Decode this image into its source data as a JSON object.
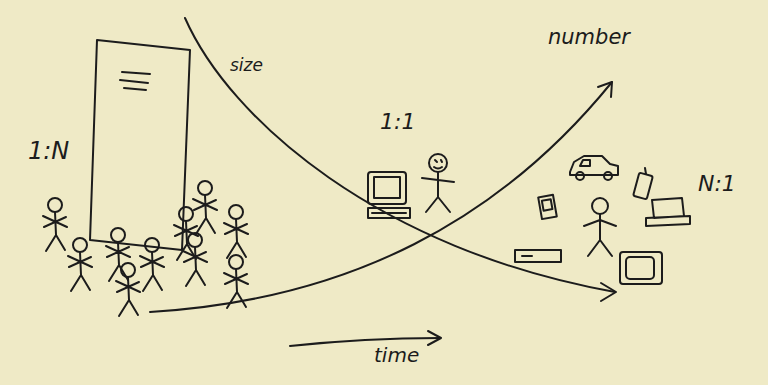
{
  "diagram": {
    "labels": [
      "size",
      "number",
      "1:N",
      "1:1",
      "N:1",
      "time"
    ]
  }
}
